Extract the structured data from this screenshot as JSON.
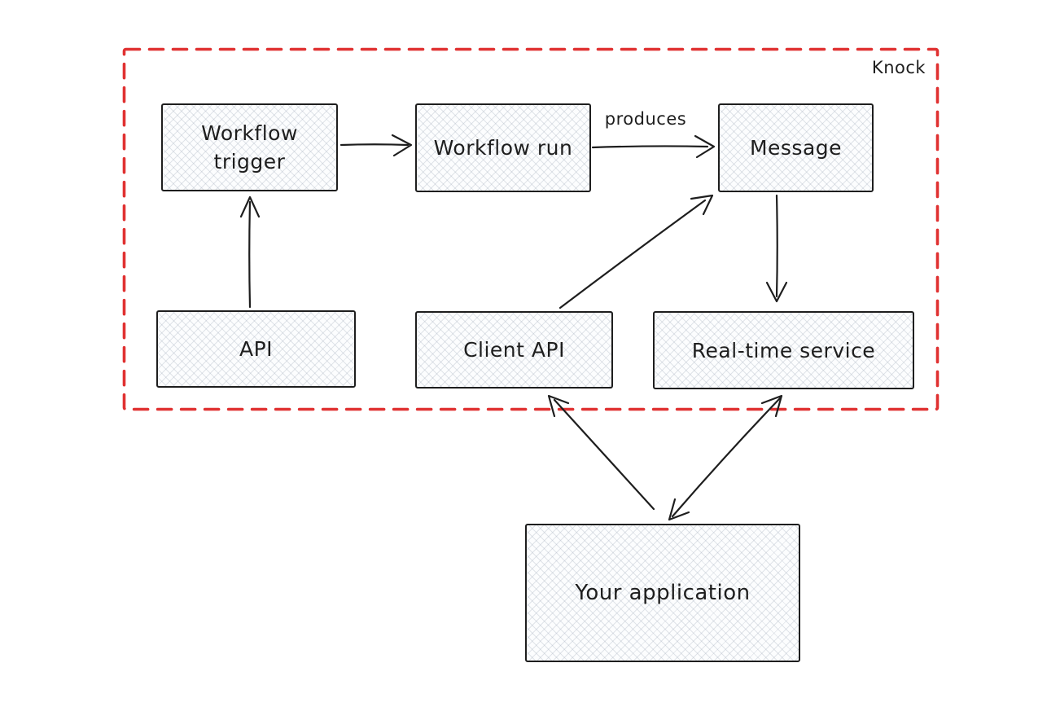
{
  "frame": {
    "label": "Knock",
    "border_color": "#e03131",
    "border_style": "dashed"
  },
  "nodes": {
    "workflow_trigger": {
      "label": "Workflow trigger",
      "inside_frame": true
    },
    "workflow_run": {
      "label": "Workflow run",
      "inside_frame": true
    },
    "message": {
      "label": "Message",
      "inside_frame": true
    },
    "api": {
      "label": "API",
      "inside_frame": true
    },
    "client_api": {
      "label": "Client API",
      "inside_frame": true
    },
    "realtime_service": {
      "label": "Real-time service",
      "inside_frame": true
    },
    "your_application": {
      "label": "Your application",
      "inside_frame": false
    }
  },
  "edges": [
    {
      "from": "workflow_trigger",
      "to": "workflow_run",
      "label": "",
      "direction": "one-way"
    },
    {
      "from": "workflow_run",
      "to": "message",
      "label": "produces",
      "direction": "one-way"
    },
    {
      "from": "api",
      "to": "workflow_trigger",
      "label": "",
      "direction": "one-way"
    },
    {
      "from": "message",
      "to": "realtime_service",
      "label": "",
      "direction": "one-way"
    },
    {
      "from": "client_api",
      "to": "message",
      "label": "",
      "direction": "one-way"
    },
    {
      "from": "your_application",
      "to": "client_api",
      "label": "",
      "direction": "one-way"
    },
    {
      "from": "realtime_service",
      "to": "your_application",
      "label": "",
      "direction": "two-way"
    }
  ],
  "colors": {
    "stroke": "#1e1e1e",
    "frame_border": "#e03131",
    "node_fill": "#fcfdfe",
    "hatch": "#aab3bf",
    "background": "#ffffff"
  }
}
